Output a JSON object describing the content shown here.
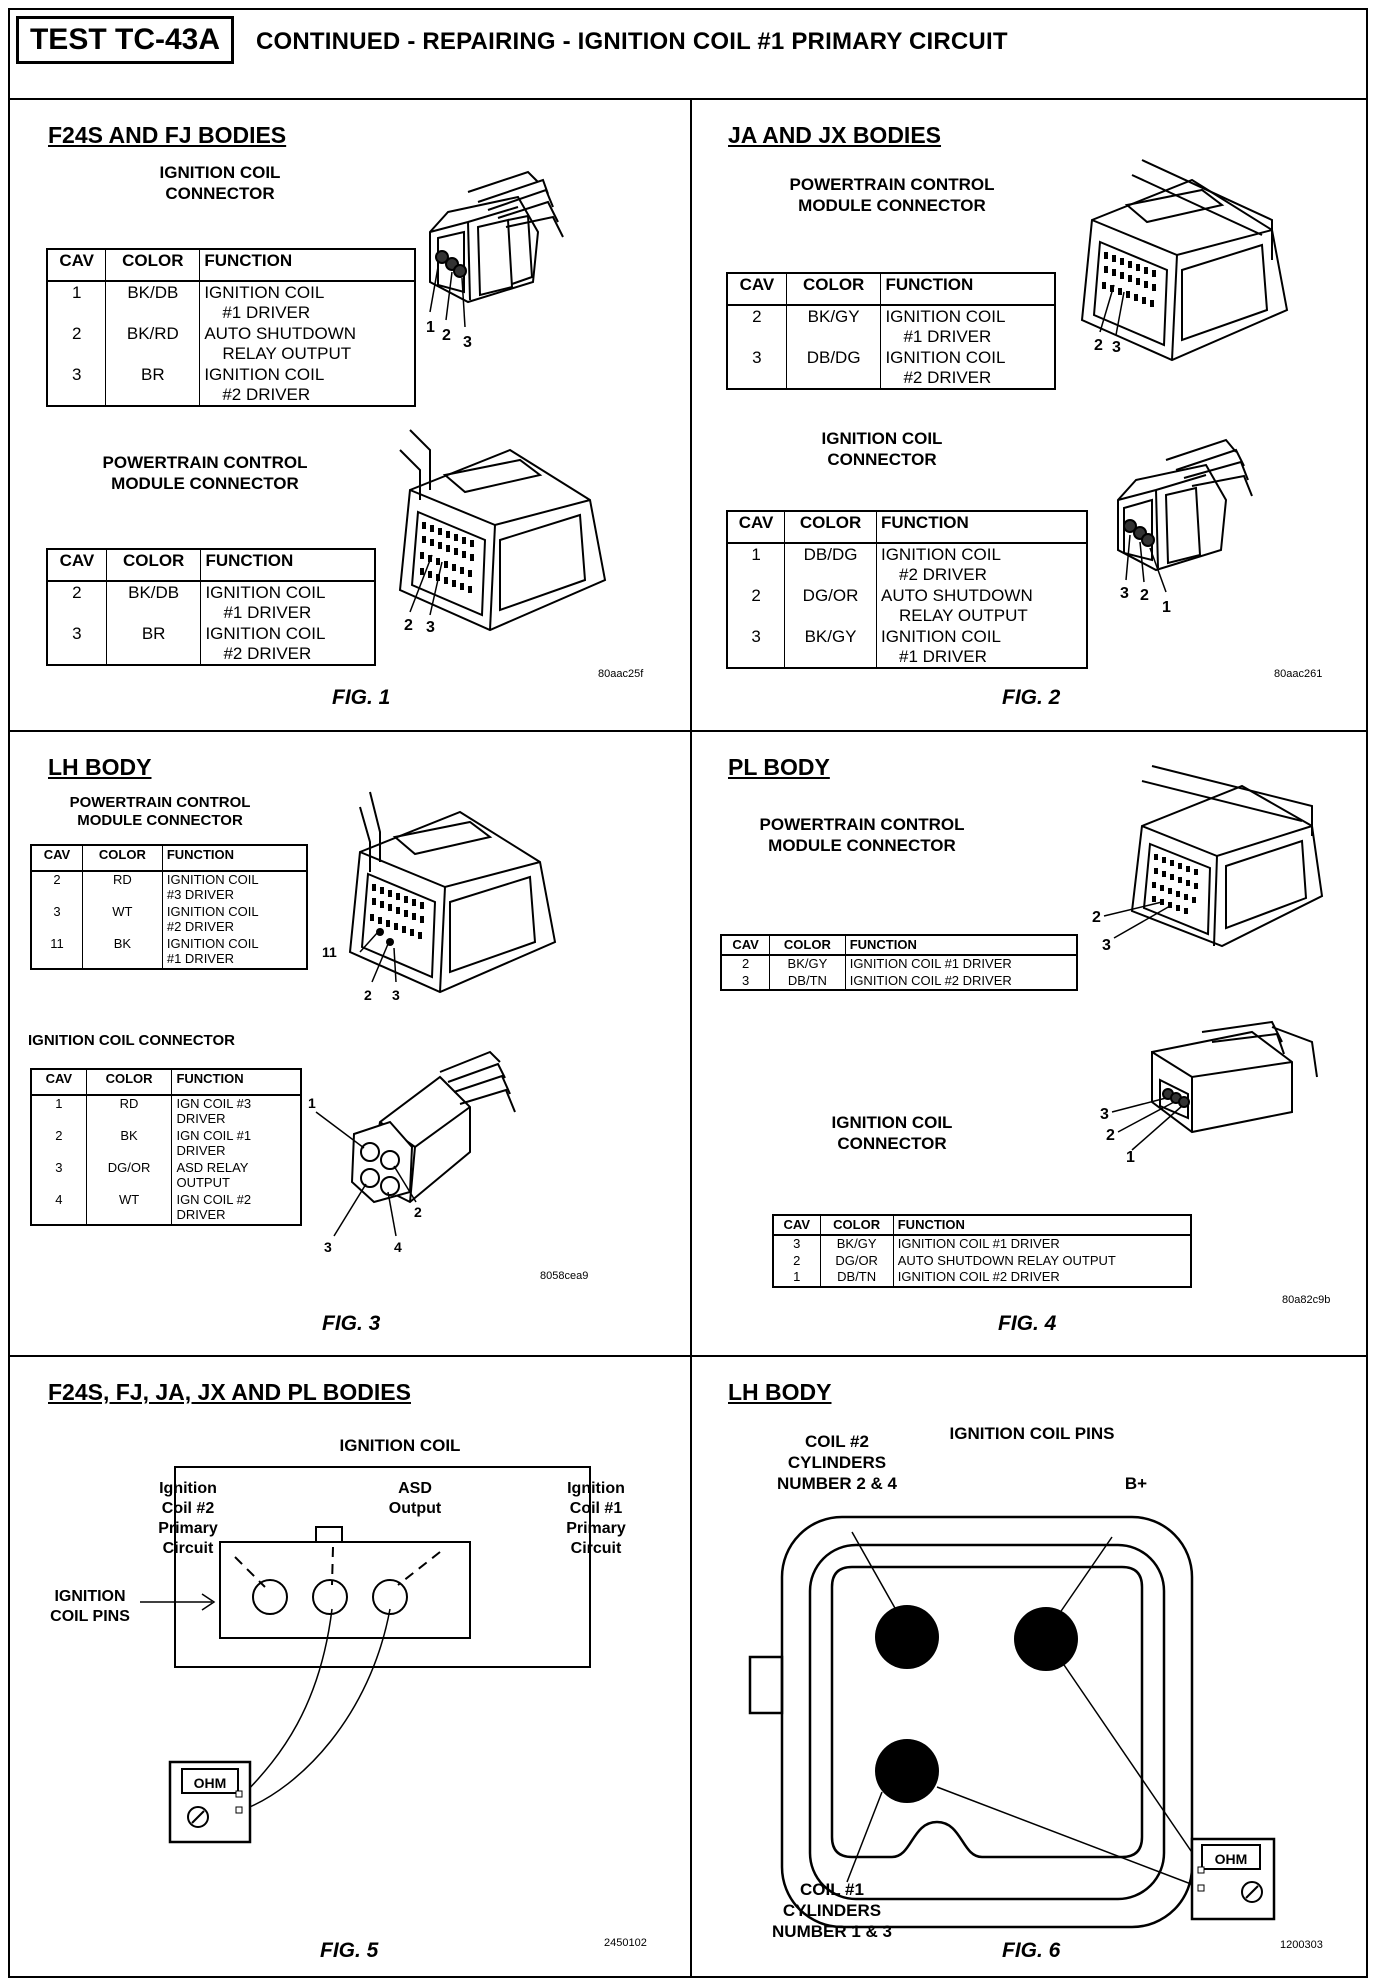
{
  "header": {
    "test_id": "TEST TC-43A",
    "title": "CONTINUED - REPAIRING - IGNITION COIL #1 PRIMARY CIRCUIT"
  },
  "panel1": {
    "title": "F24S AND FJ BODIES",
    "coil_connector_label": "IGNITION COIL\nCONNECTOR",
    "pcm_label": "POWERTRAIN CONTROL\nMODULE CONNECTOR",
    "headers": [
      "CAV",
      "COLOR",
      "FUNCTION"
    ],
    "coil_rows": [
      {
        "cav": "1",
        "color": "BK/DB",
        "function": "IGNITION COIL\n#1 DRIVER"
      },
      {
        "cav": "2",
        "color": "BK/RD",
        "function": "AUTO SHUTDOWN\nRELAY OUTPUT"
      },
      {
        "cav": "3",
        "color": "BR",
        "function": "IGNITION COIL\n#2 DRIVER"
      }
    ],
    "pcm_rows": [
      {
        "cav": "2",
        "color": "BK/DB",
        "function": "IGNITION COIL\n#1 DRIVER"
      },
      {
        "cav": "3",
        "color": "BR",
        "function": "IGNITION COIL\n#2 DRIVER"
      }
    ],
    "callouts_top": [
      "1",
      "2",
      "3"
    ],
    "callouts_bottom": [
      "2",
      "3"
    ],
    "code": "80aac25f",
    "fig": "FIG. 1"
  },
  "panel2": {
    "title": "JA AND JX BODIES",
    "pcm_label": "POWERTRAIN CONTROL\nMODULE CONNECTOR",
    "coil_connector_label": "IGNITION COIL\nCONNECTOR",
    "headers": [
      "CAV",
      "COLOR",
      "FUNCTION"
    ],
    "pcm_rows": [
      {
        "cav": "2",
        "color": "BK/GY",
        "function": "IGNITION COIL\n#1 DRIVER"
      },
      {
        "cav": "3",
        "color": "DB/DG",
        "function": "IGNITION COIL\n#2 DRIVER"
      }
    ],
    "coil_rows": [
      {
        "cav": "1",
        "color": "DB/DG",
        "function": "IGNITION COIL\n#2 DRIVER"
      },
      {
        "cav": "2",
        "color": "DG/OR",
        "function": "AUTO SHUTDOWN\nRELAY OUTPUT"
      },
      {
        "cav": "3",
        "color": "BK/GY",
        "function": "IGNITION COIL\n#1 DRIVER"
      }
    ],
    "callouts_top": [
      "2",
      "3"
    ],
    "callouts_bottom": [
      "3",
      "2",
      "1"
    ],
    "code": "80aac261",
    "fig": "FIG. 2"
  },
  "panel3": {
    "title": "LH BODY",
    "pcm_label": "POWERTRAIN CONTROL\nMODULE CONNECTOR",
    "coil_connector_label": "IGNITION COIL CONNECTOR",
    "headers": [
      "CAV",
      "COLOR",
      "FUNCTION"
    ],
    "pcm_rows": [
      {
        "cav": "2",
        "color": "RD",
        "function": "IGNITION COIL\n#3 DRIVER"
      },
      {
        "cav": "3",
        "color": "WT",
        "function": "IGNITION COIL\n#2 DRIVER"
      },
      {
        "cav": "11",
        "color": "BK",
        "function": "IGNITION COIL\n#1 DRIVER"
      }
    ],
    "coil_rows": [
      {
        "cav": "1",
        "color": "RD",
        "function": "IGN COIL #3\nDRIVER"
      },
      {
        "cav": "2",
        "color": "BK",
        "function": "IGN COIL #1\nDRIVER"
      },
      {
        "cav": "3",
        "color": "DG/OR",
        "function": "ASD RELAY\nOUTPUT"
      },
      {
        "cav": "4",
        "color": "WT",
        "function": "IGN COIL #2\nDRIVER"
      }
    ],
    "callouts_top": [
      "11",
      "2",
      "3"
    ],
    "callouts_bottom": [
      "1",
      "2",
      "3",
      "4"
    ],
    "code": "8058cea9",
    "fig": "FIG. 3"
  },
  "panel4": {
    "title": "PL BODY",
    "pcm_label": "POWERTRAIN CONTROL\nMODULE CONNECTOR",
    "coil_connector_label": "IGNITION COIL\nCONNECTOR",
    "headers": [
      "CAV",
      "COLOR",
      "FUNCTION"
    ],
    "pcm_rows": [
      {
        "cav": "2",
        "color": "BK/GY",
        "function": "IGNITION COIL #1 DRIVER"
      },
      {
        "cav": "3",
        "color": "DB/TN",
        "function": "IGNITION COIL #2 DRIVER"
      }
    ],
    "coil_rows": [
      {
        "cav": "3",
        "color": "BK/GY",
        "function": "IGNITION COIL #1 DRIVER"
      },
      {
        "cav": "2",
        "color": "DG/OR",
        "function": "AUTO SHUTDOWN RELAY OUTPUT"
      },
      {
        "cav": "1",
        "color": "DB/TN",
        "function": "IGNITION COIL #2 DRIVER"
      }
    ],
    "callouts_top": [
      "2",
      "3"
    ],
    "callouts_bottom": [
      "3",
      "2",
      "1"
    ],
    "code": "80a82c9b",
    "fig": "FIG. 4"
  },
  "panel5": {
    "title": "F24S, FJ, JA, JX AND PL BODIES",
    "coil_label": "IGNITION COIL",
    "pin_labels": [
      "Ignition\nCoil #2\nPrimary\nCircuit",
      "ASD\nOutput",
      "Ignition\nCoil #1\nPrimary\nCircuit"
    ],
    "pins_label": "IGNITION\nCOIL PINS",
    "meter": "OHM",
    "code": "2450102",
    "fig": "FIG. 5"
  },
  "panel6": {
    "title": "LH BODY",
    "pins_title": "IGNITION COIL PINS",
    "coil2_label": "COIL #2\nCYLINDERS\nNUMBER 2 & 4",
    "bplus_label": "B+",
    "coil1_label": "COIL #1\nCYLINDERS\nNUMBER 1 & 3",
    "meter": "OHM",
    "code": "1200303",
    "fig": "FIG. 6"
  }
}
